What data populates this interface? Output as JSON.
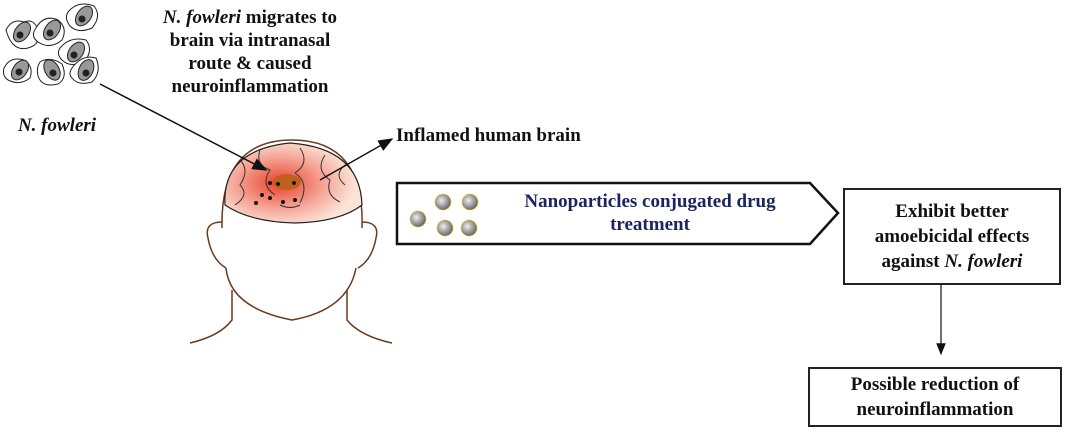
{
  "organism_label": "N. fowleri",
  "migration_text": {
    "italic": "N. fowleri",
    "line1_rest": " migrates to",
    "line2": "brain via intranasal",
    "line3": "route & caused",
    "line4": "neuroinflammation"
  },
  "brain_label": "Inflamed human brain",
  "treatment": {
    "line1": "Nanoparticles conjugated drug",
    "line2": "treatment",
    "text_color": "#1a2460"
  },
  "effect_box": {
    "line1": "Exhibit better",
    "line2": "amoebicidal effects",
    "line3_prefix": "against ",
    "line3_italic": "N. fowleri"
  },
  "outcome_box": {
    "line1": "Possible reduction of",
    "line2": "neuroinflammation"
  }
}
